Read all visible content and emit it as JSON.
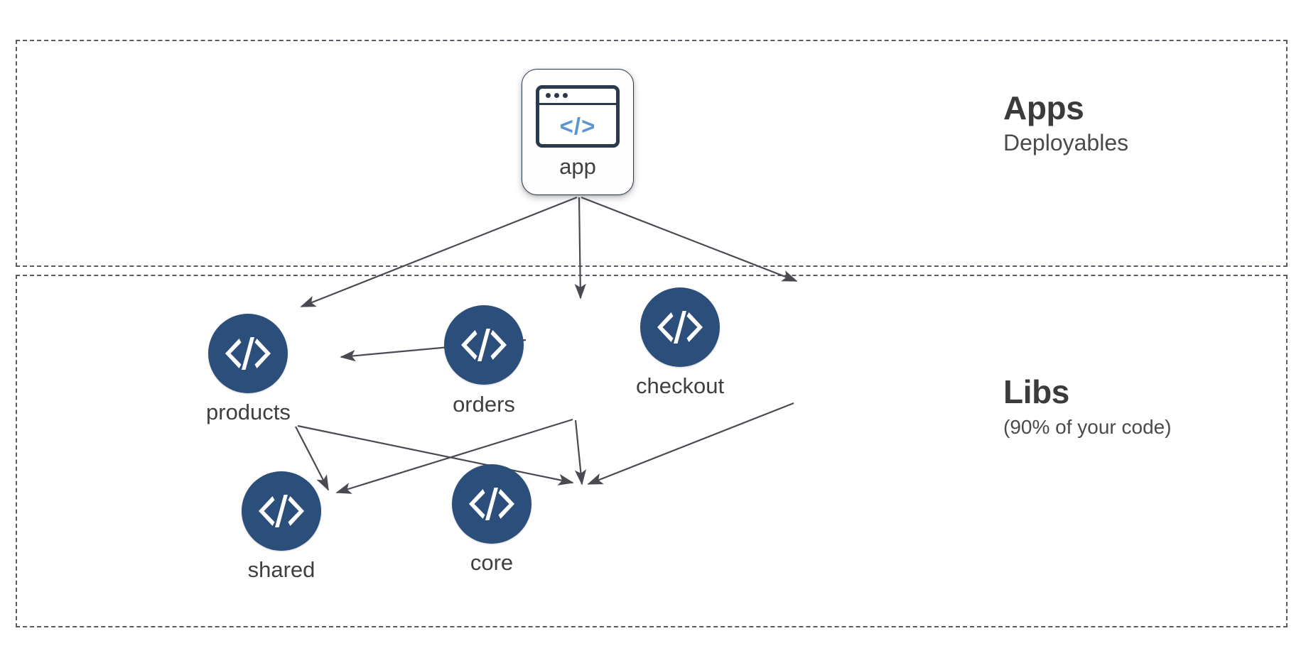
{
  "diagram": {
    "title": "Nx workspace app and lib dependency graph",
    "background": "#ffffff",
    "node_fill": "#2b4e7a",
    "edge_color": "#4a4a52",
    "zone_border_color": "#5a5a62",
    "code_accent": "#5b96d4"
  },
  "zones": [
    {
      "id": "apps",
      "title": "Apps",
      "subtitle": "Deployables"
    },
    {
      "id": "libs",
      "title": "Libs",
      "subtitle": "(90% of your code)"
    }
  ],
  "nodes": [
    {
      "id": "app",
      "label": "app",
      "type": "app",
      "icon": "browser-code-icon",
      "code_text": "</>",
      "zone": "apps"
    },
    {
      "id": "products",
      "label": "products",
      "type": "lib",
      "icon": "code-brackets-icon",
      "zone": "libs"
    },
    {
      "id": "orders",
      "label": "orders",
      "type": "lib",
      "icon": "code-brackets-icon",
      "zone": "libs"
    },
    {
      "id": "checkout",
      "label": "checkout",
      "type": "lib",
      "icon": "code-brackets-icon",
      "zone": "libs"
    },
    {
      "id": "shared",
      "label": "shared",
      "type": "lib",
      "icon": "code-brackets-icon",
      "zone": "libs"
    },
    {
      "id": "core",
      "label": "core",
      "type": "lib",
      "icon": "code-brackets-icon",
      "zone": "libs"
    }
  ],
  "edges": [
    {
      "from": "app",
      "to": "products"
    },
    {
      "from": "app",
      "to": "orders"
    },
    {
      "from": "app",
      "to": "checkout"
    },
    {
      "from": "orders",
      "to": "products"
    },
    {
      "from": "products",
      "to": "shared"
    },
    {
      "from": "products",
      "to": "core"
    },
    {
      "from": "orders",
      "to": "shared"
    },
    {
      "from": "orders",
      "to": "core"
    },
    {
      "from": "checkout",
      "to": "core"
    }
  ]
}
